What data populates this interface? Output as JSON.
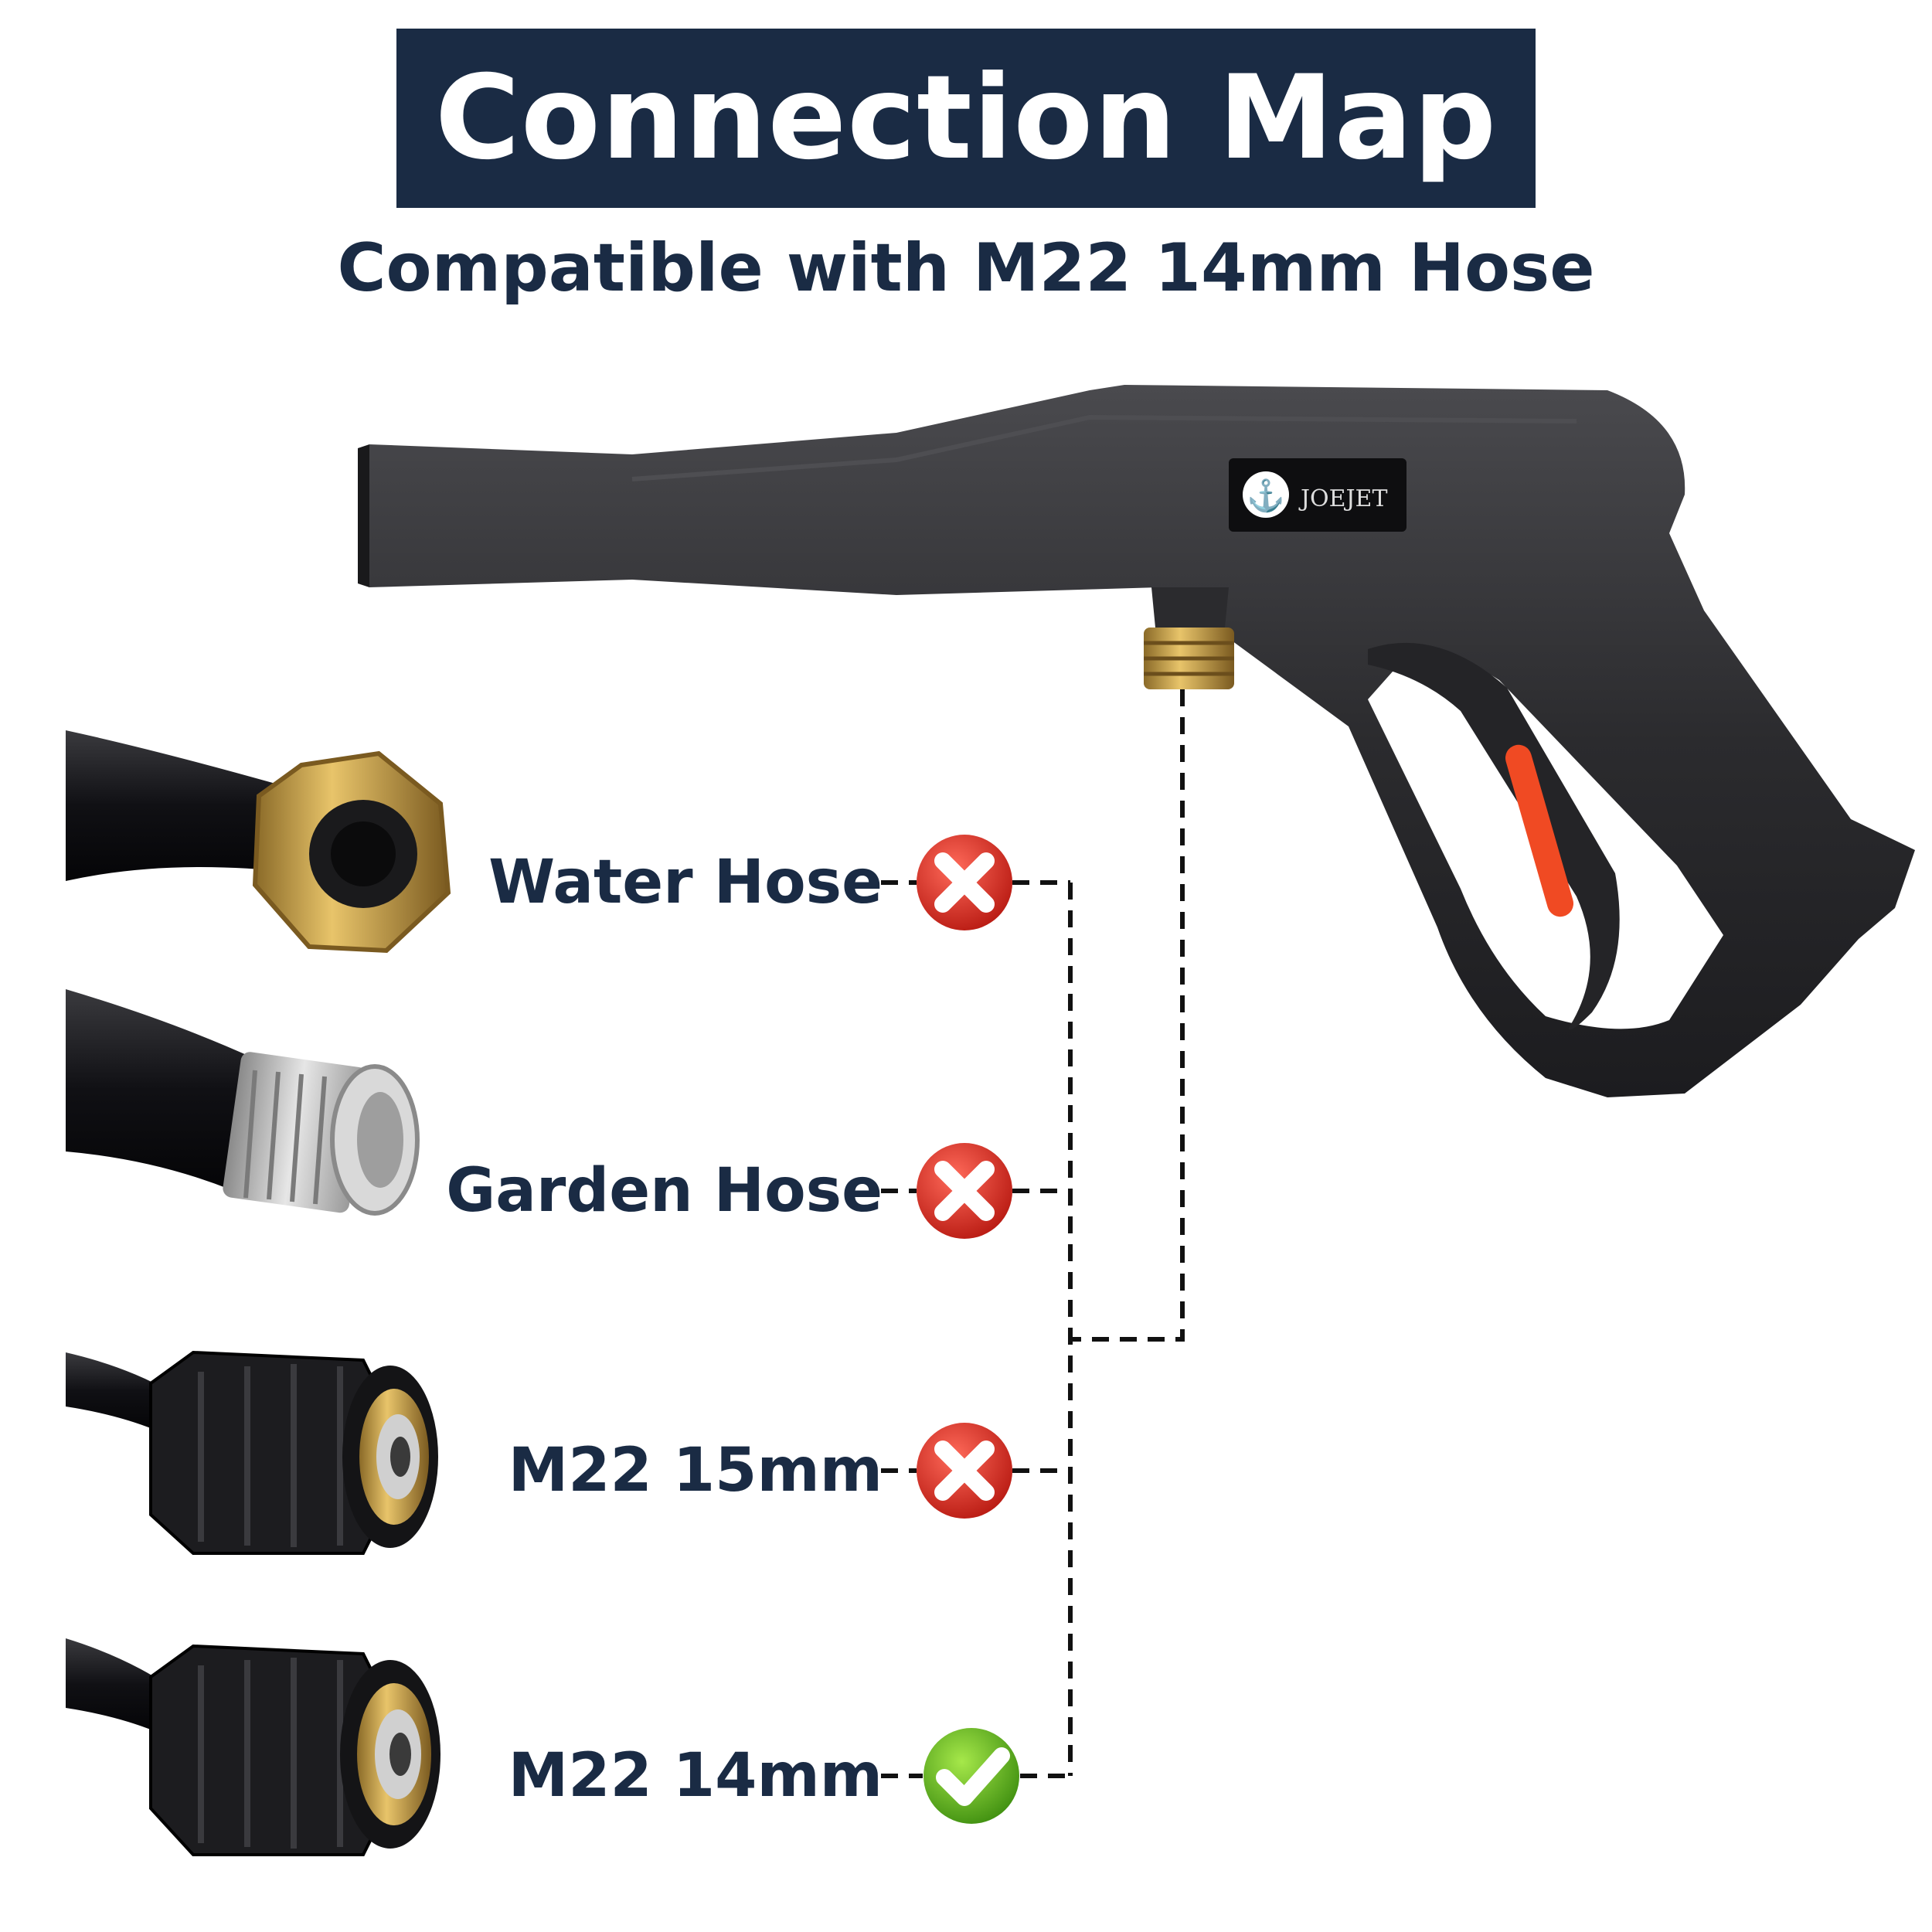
{
  "title": "Connection Map",
  "subtitle": "Compatible with M22 14mm Hose",
  "brand": "JOEJET",
  "colors": {
    "navy": "#1a2b44",
    "reject": "#d9241c",
    "accept": "#5bb318",
    "gun_body": "#2b2b2e",
    "brass": "#c9a24a",
    "trigger_accent": "#f04a23"
  },
  "hoses": [
    {
      "label": "Water Hose",
      "compatible": false,
      "status_icon": "x-mark-icon"
    },
    {
      "label": "Garden Hose",
      "compatible": false,
      "status_icon": "x-mark-icon"
    },
    {
      "label": "M22 15mm",
      "compatible": false,
      "status_icon": "x-mark-icon"
    },
    {
      "label": "M22 14mm",
      "compatible": true,
      "status_icon": "check-mark-icon"
    }
  ]
}
